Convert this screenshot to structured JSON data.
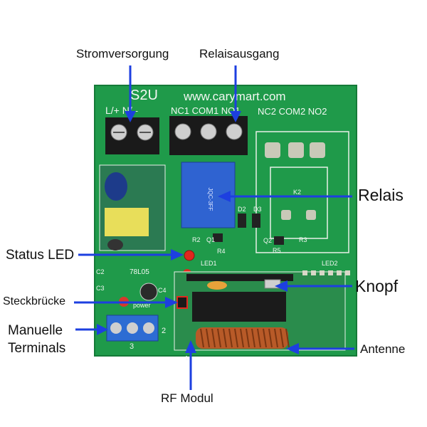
{
  "colors": {
    "pcb": "#1f9a4a",
    "pcb_dark": "#157a38",
    "arrow": "#1d3fe0",
    "silk": "#f2f7f2"
  },
  "callouts": {
    "power_supply": "Stromversorgung",
    "relay_output": "Relaisausgang",
    "relay": "Relais",
    "status_led": "Status LED",
    "button": "Knopf",
    "jumper": "Steckbrücke",
    "manual_terminals_line1": "Manuelle",
    "manual_terminals_line2": "Terminals",
    "antenna": "Antenne",
    "rf_module": "RF Modul"
  },
  "board": {
    "model": "S2U",
    "url": "www.carymart.com",
    "power_pins": "L/+ N/–",
    "relay1_pins": "NC1 COM1 NO1",
    "relay2_pins": "NC2 COM2 NO2",
    "relay_label": "JQC-3FF",
    "ic_label": "78L05",
    "led1": "LED1",
    "led2": "LED2",
    "labels": {
      "r2": "R2",
      "q1": "Q1",
      "r4": "R4",
      "d2": "D2",
      "d3": "D3",
      "q2": "Q2",
      "r5": "R5",
      "r3": "R3",
      "c2": "C2",
      "c3": "C3",
      "c4": "C4",
      "power": "power",
      "term_num_2": "2",
      "term_num_3": "3",
      "k2": "K2",
      "pcb_code": "1"
    }
  }
}
